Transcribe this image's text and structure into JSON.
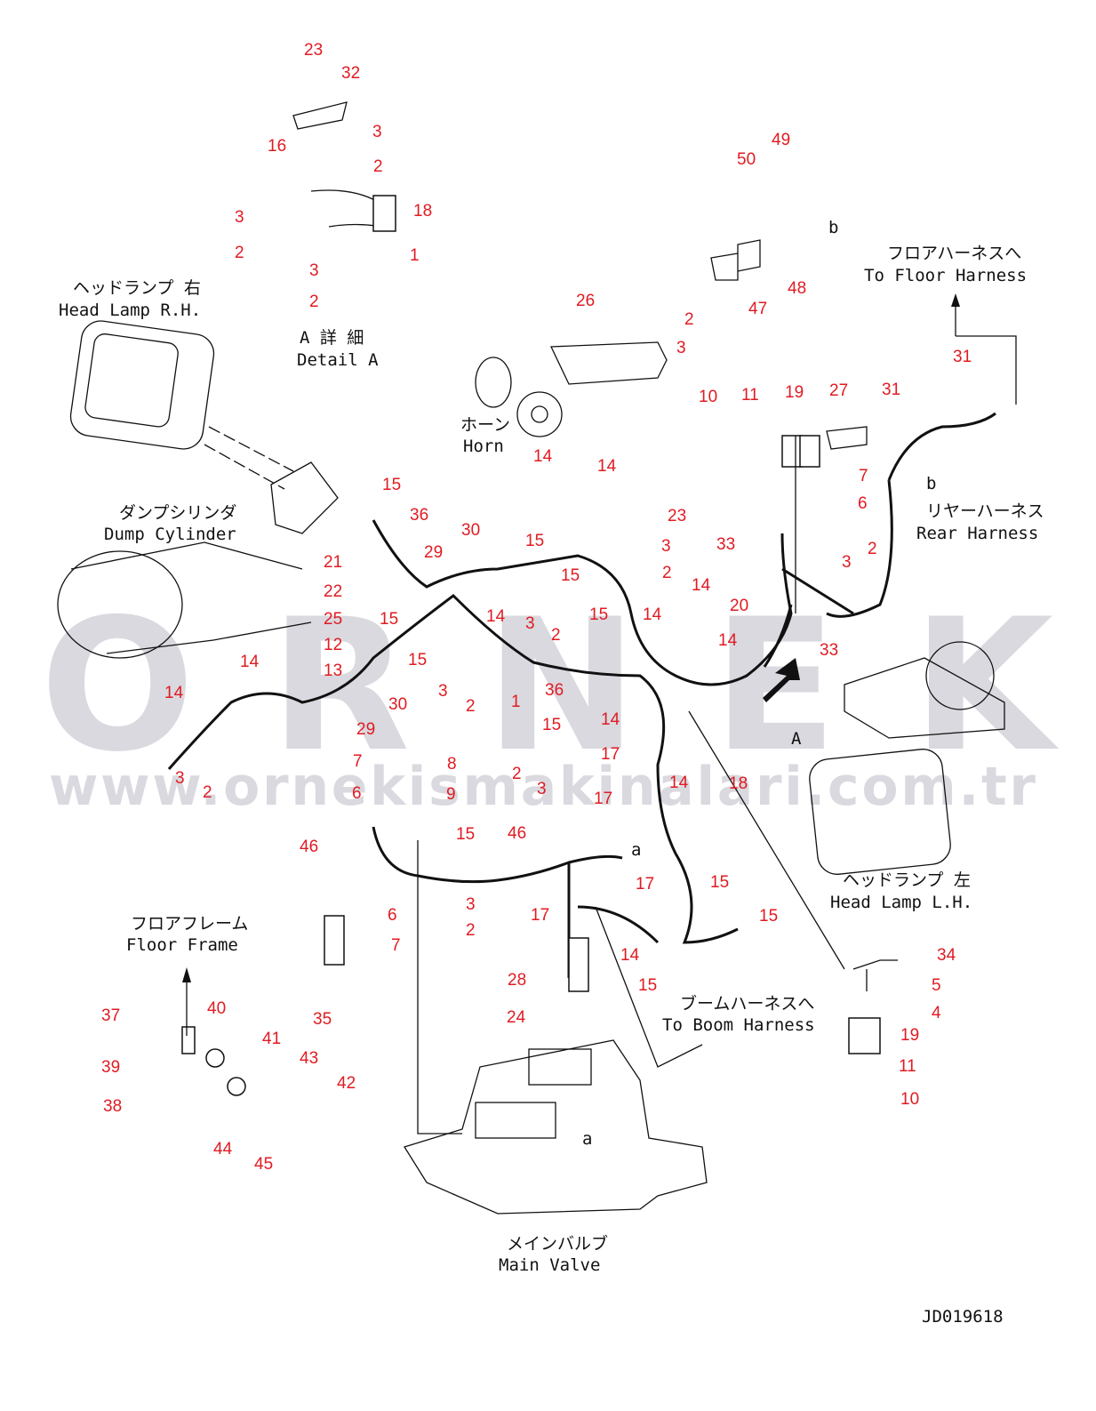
{
  "watermark": {
    "brand": "ORNEK",
    "url": "www.ornekismakinalari.com.tr"
  },
  "drawing_code": "JD019618",
  "captions": {
    "detail_a_jp": "A 詳 細",
    "detail_a_en": "Detail A",
    "head_lamp_rh_jp": "ヘッドランプ 右",
    "head_lamp_rh_en": "Head Lamp R.H.",
    "horn_jp": "ホーン",
    "horn_en": "Horn",
    "dump_cylinder_jp": "ダンプシリンダ",
    "dump_cylinder_en": "Dump Cylinder",
    "floor_harness_jp": "フロアハーネスへ",
    "floor_harness_en": "To Floor Harness",
    "rear_harness_jp": "リヤーハーネス",
    "rear_harness_en": "Rear Harness",
    "head_lamp_lh_jp": "ヘッドランプ 左",
    "head_lamp_lh_en": "Head Lamp L.H.",
    "floor_frame_jp": "フロアフレーム",
    "floor_frame_en": "Floor Frame",
    "boom_harness_jp": "ブームハーネスへ",
    "boom_harness_en": "To Boom Harness",
    "main_valve_jp": "メインバルブ",
    "main_valve_en": "Main Valve"
  },
  "view_letters": {
    "view_a_upper": "A",
    "view_a1": "a",
    "view_a2": "a",
    "view_b1": "b",
    "view_b2": "b"
  },
  "part_labels": [
    "23",
    "32",
    "3",
    "16",
    "2",
    "18",
    "3",
    "2",
    "1",
    "3",
    "2",
    "49",
    "50",
    "48",
    "47",
    "26",
    "2",
    "3",
    "10",
    "11",
    "19",
    "27",
    "31",
    "31",
    "7",
    "6",
    "14",
    "14",
    "23",
    "3",
    "2",
    "15",
    "36",
    "29",
    "30",
    "15",
    "15",
    "15",
    "14",
    "3",
    "2",
    "33",
    "2",
    "3",
    "14",
    "14",
    "20",
    "14",
    "33",
    "21",
    "22",
    "25",
    "12",
    "13",
    "15",
    "15",
    "14",
    "14",
    "3",
    "2",
    "1",
    "36",
    "15",
    "14",
    "30",
    "29",
    "7",
    "6",
    "3",
    "2",
    "8",
    "2",
    "3",
    "9",
    "17",
    "17",
    "14",
    "18",
    "15",
    "46",
    "46",
    "17",
    "15",
    "15",
    "3",
    "2",
    "6",
    "7",
    "17",
    "14",
    "15",
    "28",
    "35",
    "24",
    "34",
    "5",
    "4",
    "19",
    "11",
    "10",
    "37",
    "40",
    "41",
    "39",
    "43",
    "42",
    "38",
    "44",
    "45"
  ]
}
